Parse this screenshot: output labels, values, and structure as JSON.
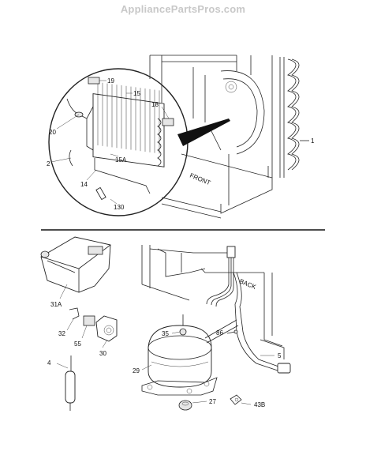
{
  "site_watermark": "AppliancePartsPros.com",
  "callouts": {
    "p19": "19",
    "p15": "15",
    "p18": "18",
    "p20": "20",
    "p15a": "15A",
    "p2": "2",
    "p14": "14",
    "p130": "130",
    "p1": "1",
    "front": "FRONT",
    "p31a": "31A",
    "p32": "32",
    "p55": "55",
    "p30": "30",
    "p35": "35",
    "p86": "86",
    "p5": "5",
    "p4": "4",
    "p29": "29",
    "p27": "27",
    "p43b": "43B",
    "back": "BACK"
  }
}
